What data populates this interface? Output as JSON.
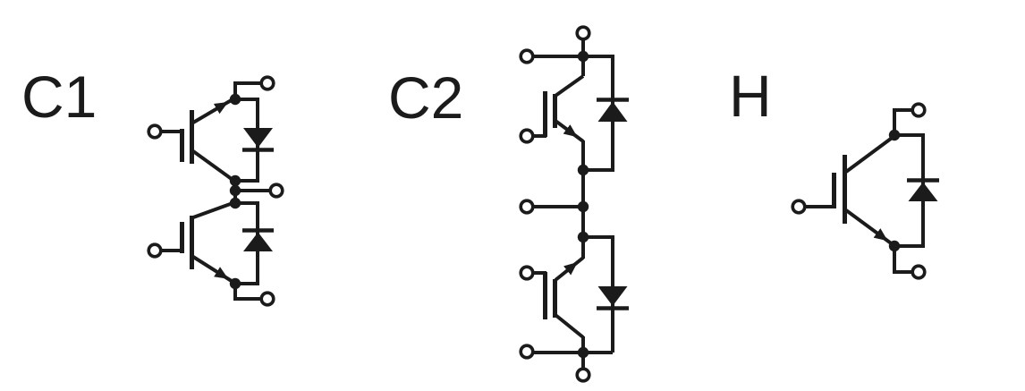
{
  "colors": {
    "background": "#ffffff",
    "ink": "#1b1b1b"
  },
  "circuits": [
    {
      "label": "C1",
      "components": {
        "igbts": 2,
        "diodes": 2,
        "terminals": 5,
        "junction_dots": 5,
        "icons": [
          "igbt-icon",
          "igbt-icon",
          "diode-icon",
          "diode-icon",
          "terminal-icon",
          "junction-dot-icon"
        ]
      }
    },
    {
      "label": "C2",
      "components": {
        "igbts": 2,
        "diodes": 2,
        "terminals": 7,
        "junction_dots": 5,
        "icons": [
          "igbt-icon",
          "igbt-icon",
          "diode-icon",
          "diode-icon",
          "terminal-icon",
          "junction-dot-icon"
        ]
      }
    },
    {
      "label": "H",
      "components": {
        "igbts": 1,
        "diodes": 1,
        "terminals": 3,
        "junction_dots": 2,
        "icons": [
          "igbt-icon",
          "diode-icon",
          "terminal-icon",
          "junction-dot-icon"
        ]
      }
    }
  ]
}
